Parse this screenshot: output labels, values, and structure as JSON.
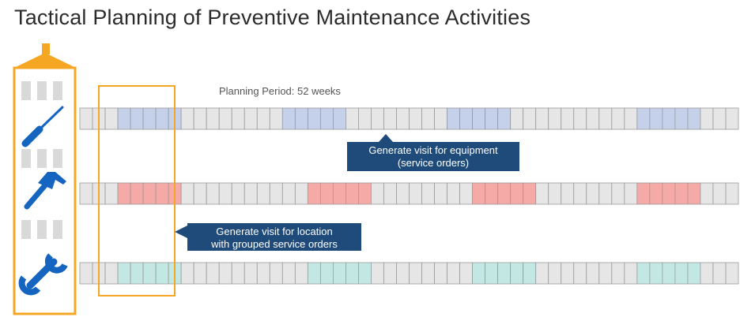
{
  "title": "Tactical Planning of Preventive Maintenance Activities",
  "planning_period_label": "Planning Period: 52 weeks",
  "callouts": {
    "equipment": "Generate visit for equipment\n(service orders)",
    "location": "Generate visit for location\nwith grouped service orders"
  },
  "building": {
    "accent_color": "#f5a623",
    "window_color": "#d9d9d9"
  },
  "timelines": [
    {
      "equipment": "screwdriver-icon",
      "highlight_color": "#c5d0ea",
      "highlight_weeks": [
        [
          3,
          7
        ],
        [
          16,
          20
        ],
        [
          29,
          33
        ],
        [
          44,
          48
        ]
      ]
    },
    {
      "equipment": "hammer-icon",
      "highlight_color": "#f5aaa7",
      "highlight_weeks": [
        [
          3,
          7
        ],
        [
          18,
          22
        ],
        [
          31,
          35
        ],
        [
          44,
          48
        ]
      ]
    },
    {
      "equipment": "wrench-icon",
      "highlight_color": "#c3e8e3",
      "highlight_weeks": [
        [
          3,
          7
        ],
        [
          18,
          22
        ],
        [
          31,
          35
        ],
        [
          44,
          48
        ]
      ]
    }
  ],
  "weeks_total": 52,
  "grid_color": "#e6e6e6",
  "icon_color": "#1565c0",
  "selection_color": "#f5a623",
  "callout_color": "#1f4b7a"
}
